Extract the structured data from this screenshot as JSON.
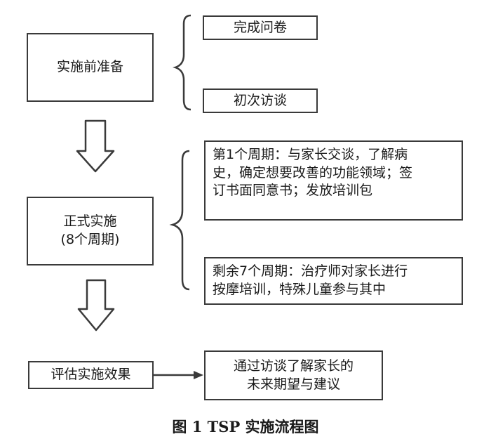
{
  "top_cut_text": "",
  "bottom_cut_text": "",
  "nodes": {
    "prep": "实施前准备",
    "questionnaire": "完成问卷",
    "first_interview": "初次访谈",
    "formal": [
      "正式实施",
      "(8个周期)"
    ],
    "cycle1": [
      "第1个周期：与家长交谈，了解病",
      "史，确定想要改善的功能领域；签",
      "订书面同意书；发放培训包"
    ],
    "cycle_rest": [
      "剩余7个周期：治疗师对家长进行",
      "按摩培训，特殊儿童参与其中"
    ],
    "evaluate": "评估实施效果",
    "feedback": [
      "通过访谈了解家长的",
      "未来期望与建议"
    ]
  },
  "caption": "图 1   TSP 实施流程图",
  "colors": {
    "stroke": "#3a3a3a",
    "text": "#1a1a1a"
  }
}
